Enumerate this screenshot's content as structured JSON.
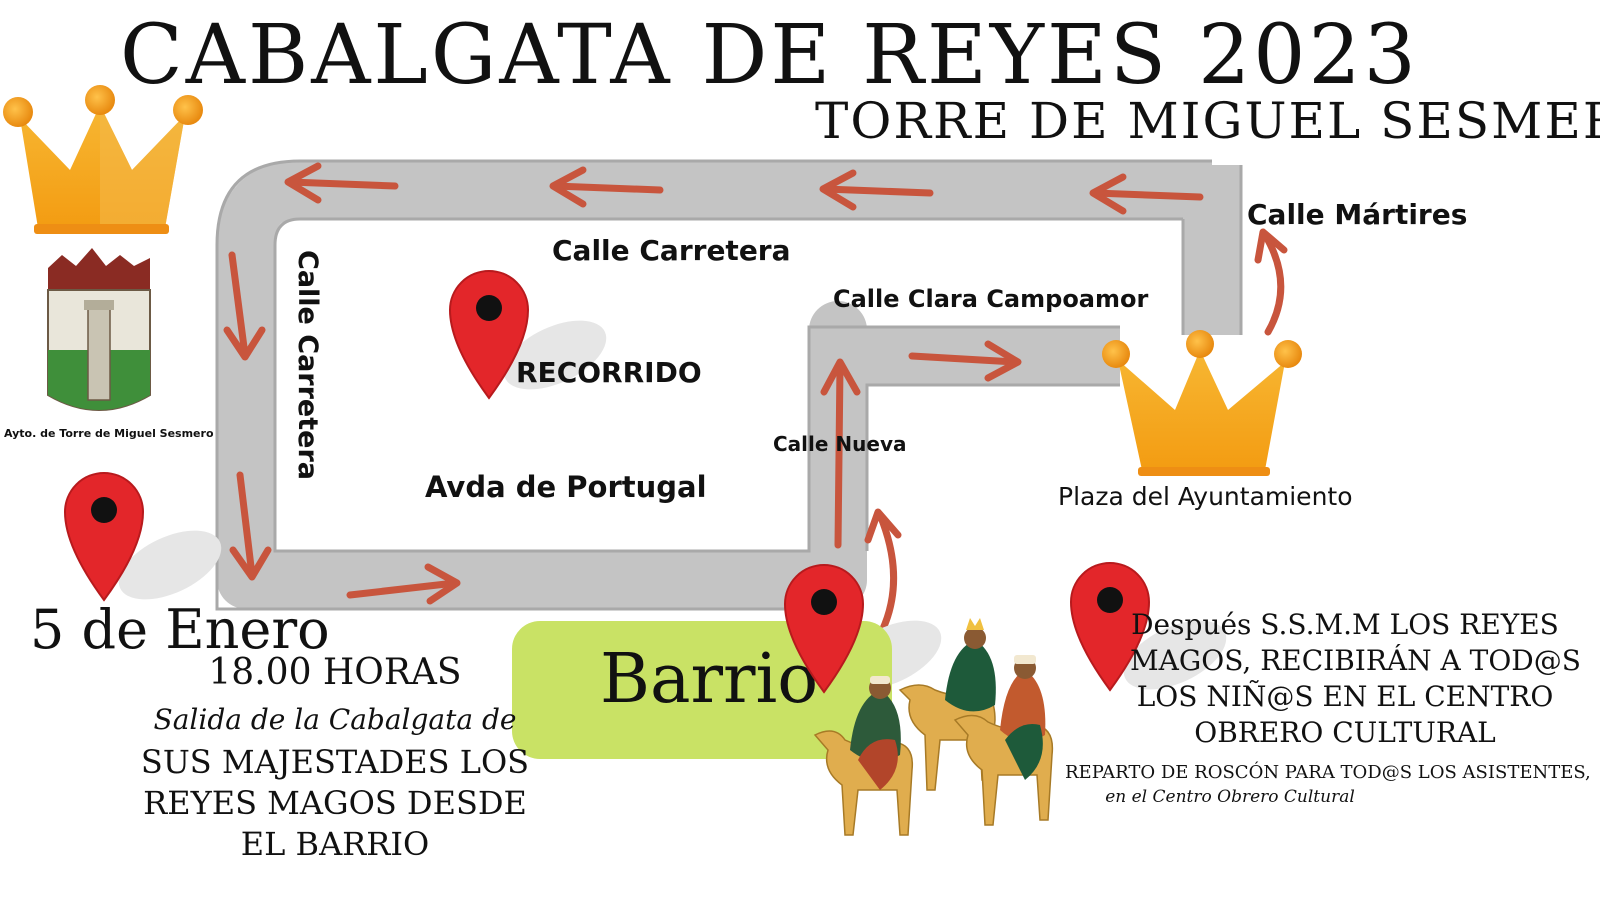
{
  "header": {
    "title": "CABALGATA DE REYES 2023",
    "subtitle": "TORRE DE MIGUEL SESMERO"
  },
  "logo": {
    "caption": "Ayto. de Torre de Miguel Sesmero"
  },
  "streets": {
    "top": "Calle Carretera",
    "left_vertical": "Calle Carretera",
    "clara": "Calle Clara Campoamor",
    "nueva": "Calle Nueva",
    "martires": "Calle Mártires",
    "portugal": "Avda de Portugal"
  },
  "places": {
    "plaza": "Plaza del Ayuntamiento",
    "barrio": "Barrio",
    "recorrido": "RECORRIDO"
  },
  "event": {
    "date": "5 de Enero",
    "time": "18.00 HORAS",
    "desc_line1": "Salida de la Cabalgata de",
    "desc_line2": "SUS MAJESTADES LOS",
    "desc_line3": "REYES MAGOS DESDE",
    "desc_line4": "EL BARRIO"
  },
  "after": {
    "line1": "Después S.S.M.M LOS REYES",
    "line2": "MAGOS, RECIBIRÁN A TOD@S",
    "line3": "LOS NIÑ@S EN EL CENTRO",
    "line4": "OBRERO CULTURAL",
    "roscon": "REPARTO DE ROSCÓN PARA TOD@S LOS ASISTENTES,",
    "roscon_place": "en el Centro Obrero Cultural"
  },
  "colors": {
    "road": "#c4c4c4",
    "arrow": "#c8553d",
    "pin": "#e3262a",
    "crown": "#f6a623",
    "barrio_bg": "#c9e265"
  },
  "icons": [
    "crown-icon",
    "coat-of-arms-icon",
    "map-pin-icon",
    "arrow-icon",
    "three-kings-illustration"
  ]
}
